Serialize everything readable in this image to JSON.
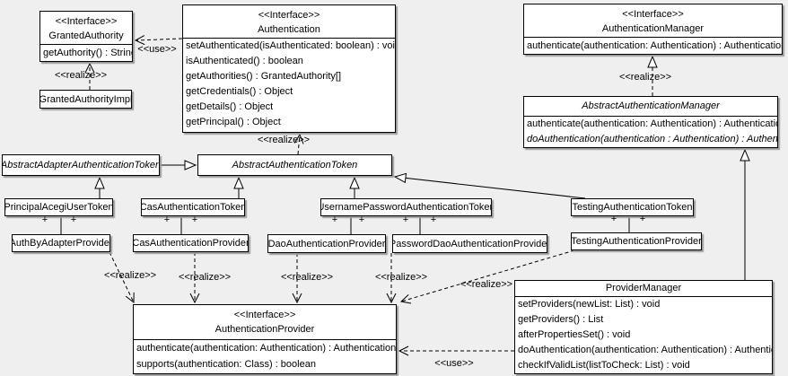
{
  "diagram": {
    "stereotypes": {
      "interface": "<<Interface>>"
    },
    "labels": {
      "use": "<<use>>",
      "realize": "<<realize>>",
      "plus": "+"
    },
    "colors": {
      "background": "#efefef",
      "box_fill": "#ffffff",
      "line": "#000000",
      "shadow": "#9a9a9a"
    },
    "classes": {
      "granted_authority": {
        "name": "GrantedAuthority",
        "methods": [
          "getAuthority() : String"
        ]
      },
      "granted_authority_impl": {
        "name": "GrantedAuthorityImpl"
      },
      "authentication": {
        "name": "Authentication",
        "methods": [
          "setAuthenticated(isAuthenticated: boolean) : void",
          "isAuthenticated() : boolean",
          "getAuthorities() : GrantedAuthority[]",
          "getCredentials() : Object",
          "getDetails() : Object",
          "getPrincipal() : Object"
        ]
      },
      "authentication_manager": {
        "name": "AuthenticationManager",
        "methods": [
          "authenticate(authentication: Authentication) : Authentication"
        ]
      },
      "abstract_authentication_manager": {
        "name": "AbstractAuthenticationManager",
        "methods": [
          "authenticate(authentication: Authentication) : Authentication",
          "doAuthentication(authentication : Authentication) : Authentication"
        ]
      },
      "abstract_adapter_authentication_token": {
        "name": "AbstractAdapterAuthenticationToken"
      },
      "abstract_authentication_token": {
        "name": "AbstractAuthenticationToken"
      },
      "principal_acegi_user_token": {
        "name": "PrincipalAcegiUserToken"
      },
      "cas_authentication_token": {
        "name": "CasAuthenticationToken"
      },
      "username_password_authentication_token": {
        "name": "UsernamePasswordAuthenticationToken"
      },
      "testing_authentication_token": {
        "name": "TestingAuthenticationToken"
      },
      "auth_by_adapter_provider": {
        "name": "AuthByAdapterProvider"
      },
      "cas_authentication_provider": {
        "name": "CasAuthenticationProvider"
      },
      "dao_authentication_provider": {
        "name": "DaoAuthenticationProvider"
      },
      "password_dao_authentication_provider": {
        "name": "PasswordDaoAuthenticationProvider"
      },
      "testing_authentication_provider": {
        "name": "TestingAuthenticationProvider"
      },
      "authentication_provider": {
        "name": "AuthenticationProvider",
        "methods": [
          "authenticate(authentication: Authentication) : Authentication",
          "supports(authentication: Class) : boolean"
        ]
      },
      "provider_manager": {
        "name": "ProviderManager",
        "methods": [
          "setProviders(newList: List) : void",
          "getProviders() : List",
          "afterPropertiesSet() : void",
          "doAuthentication(authentication: Authentication) : Authentication",
          "checkIfValidList(listToCheck: List) : void"
        ]
      }
    }
  }
}
